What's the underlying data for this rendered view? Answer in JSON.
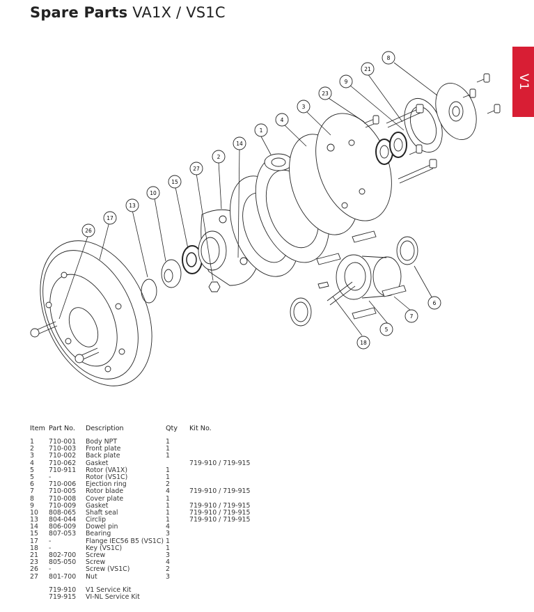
{
  "header": {
    "title_bold": "Spare Parts",
    "title_regular": "VA1X / VS1C"
  },
  "side_tab": {
    "label": "V1",
    "color": "#d81e34"
  },
  "diagram": {
    "callouts": [
      "1",
      "2",
      "3",
      "4",
      "5",
      "6",
      "7",
      "8",
      "9",
      "10",
      "13",
      "14",
      "15",
      "17",
      "18",
      "21",
      "23",
      "26",
      "27"
    ]
  },
  "table": {
    "headers": {
      "item": "Item",
      "part_no": "Part No.",
      "description": "Description",
      "qty": "Qty",
      "kit_no": "Kit No."
    },
    "rows": [
      {
        "item": "1",
        "part_no": "710-001",
        "description": "Body NPT",
        "qty": "1",
        "kit_no": ""
      },
      {
        "item": "2",
        "part_no": "710-003",
        "description": "Front plate",
        "qty": "1",
        "kit_no": ""
      },
      {
        "item": "3",
        "part_no": "710-002",
        "description": "Back plate",
        "qty": "1",
        "kit_no": ""
      },
      {
        "item": "4",
        "part_no": "710-062",
        "description": "Gasket",
        "qty": "",
        "kit_no": "719-910 / 719-915"
      },
      {
        "item": "5",
        "part_no": "710-911",
        "description": "Rotor (VA1X)",
        "qty": "1",
        "kit_no": ""
      },
      {
        "item": "5",
        "part_no": "-",
        "description": "Rotor (VS1C)",
        "qty": "1",
        "kit_no": ""
      },
      {
        "item": "6",
        "part_no": "710-006",
        "description": "Ejection ring",
        "qty": "2",
        "kit_no": ""
      },
      {
        "item": "7",
        "part_no": "710-005",
        "description": "Rotor blade",
        "qty": "4",
        "kit_no": "719-910 / 719-915"
      },
      {
        "item": "8",
        "part_no": "710-008",
        "description": "Cover plate",
        "qty": "1",
        "kit_no": ""
      },
      {
        "item": "9",
        "part_no": "710-009",
        "description": "Gasket",
        "qty": "1",
        "kit_no": "719-910 / 719-915"
      },
      {
        "item": "10",
        "part_no": "808-065",
        "description": "Shaft seal",
        "qty": "1",
        "kit_no": "719-910 / 719-915"
      },
      {
        "item": "13",
        "part_no": "804-044",
        "description": "Circlip",
        "qty": "1",
        "kit_no": "719-910 / 719-915"
      },
      {
        "item": "14",
        "part_no": "806-009",
        "description": "Dowel pin",
        "qty": "4",
        "kit_no": ""
      },
      {
        "item": "15",
        "part_no": "807-053",
        "description": "Bearing",
        "qty": "3",
        "kit_no": ""
      },
      {
        "item": "17",
        "part_no": "-",
        "description": "Flange IEC56 B5 (VS1C)",
        "qty": "1",
        "kit_no": ""
      },
      {
        "item": "18",
        "part_no": "-",
        "description": "Key (VS1C)",
        "qty": "1",
        "kit_no": ""
      },
      {
        "item": "21",
        "part_no": "802-700",
        "description": "Screw",
        "qty": "3",
        "kit_no": ""
      },
      {
        "item": "23",
        "part_no": "805-050",
        "description": "Screw",
        "qty": "4",
        "kit_no": ""
      },
      {
        "item": "26",
        "part_no": "-",
        "description": "Screw (VS1C)",
        "qty": "2",
        "kit_no": ""
      },
      {
        "item": "27",
        "part_no": "801-700",
        "description": "Nut",
        "qty": "3",
        "kit_no": ""
      }
    ],
    "kits": [
      {
        "part_no": "719-910",
        "description": "V1 Service Kit"
      },
      {
        "part_no": "719-915",
        "description": "VI-NL Service Kit"
      }
    ]
  }
}
